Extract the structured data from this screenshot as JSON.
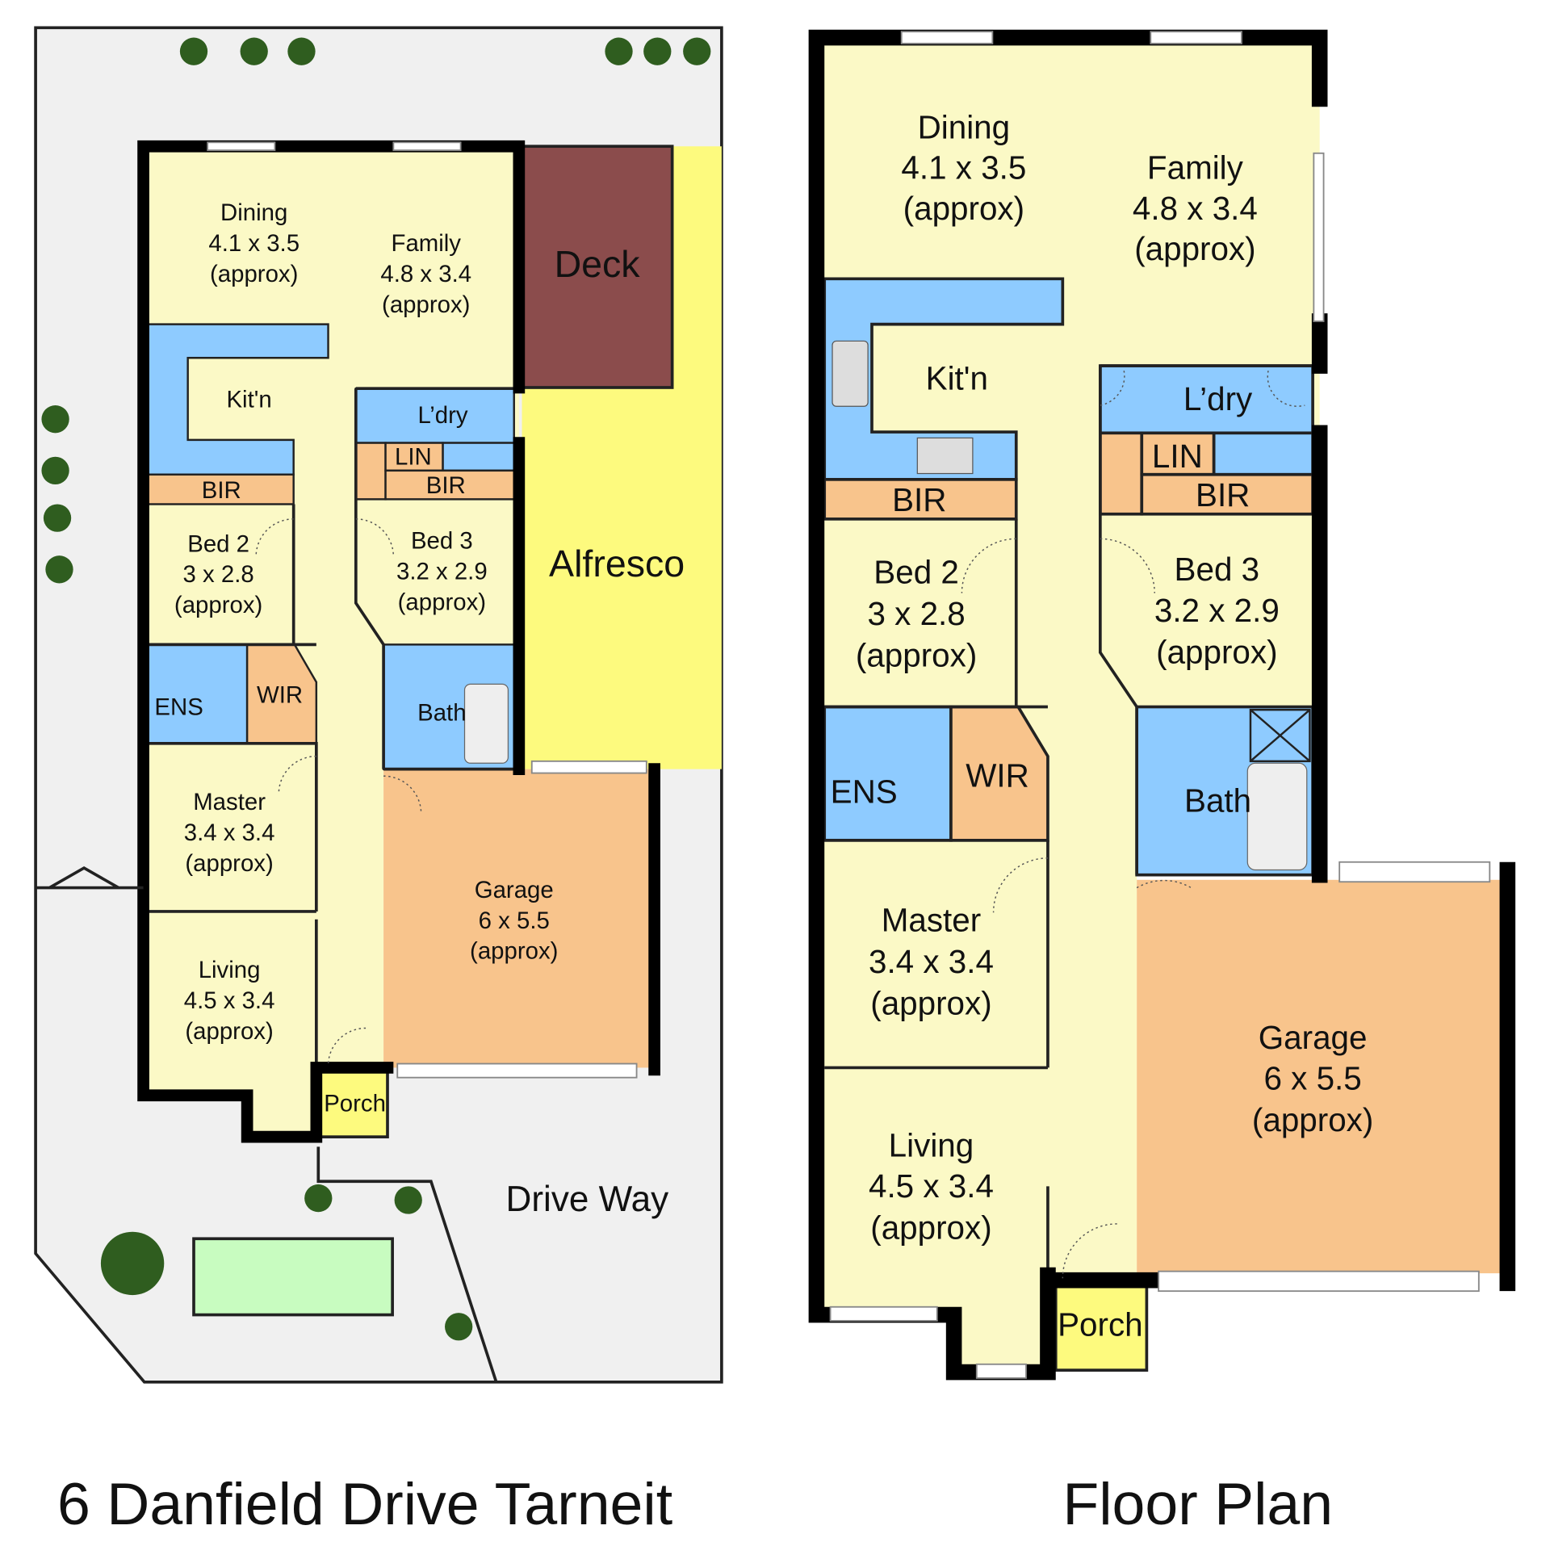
{
  "site_plan": {
    "rooms": {
      "dining": {
        "name": "Dining",
        "size": "4.1 x 3.5",
        "note": "(approx)"
      },
      "family": {
        "name": "Family",
        "size": "4.8 x 3.4",
        "note": "(approx)"
      },
      "kitchen": {
        "name": "Kit'n"
      },
      "laundry": {
        "name": "L’dry"
      },
      "lin": {
        "name": "LIN"
      },
      "bir_left": {
        "name": "BIR"
      },
      "bir_right": {
        "name": "BIR"
      },
      "bed2": {
        "name": "Bed 2",
        "size": "3 x 2.8",
        "note": "(approx)"
      },
      "bed3": {
        "name": "Bed 3",
        "size": "3.2 x 2.9",
        "note": "(approx)"
      },
      "ens": {
        "name": "ENS"
      },
      "wir": {
        "name": "WIR"
      },
      "bath": {
        "name": "Bath"
      },
      "master": {
        "name": "Master",
        "size": "3.4 x 3.4",
        "note": "(approx)"
      },
      "living": {
        "name": "Living",
        "size": "4.5 x 3.4",
        "note": "(approx)"
      },
      "garage": {
        "name": "Garage",
        "size": "6 x 5.5",
        "note": "(approx)"
      },
      "porch": {
        "name": "Porch"
      },
      "deck": {
        "name": "Deck"
      },
      "alfresco": {
        "name": "Alfresco"
      },
      "driveway": {
        "name": "Drive Way"
      }
    }
  },
  "floor_plan": {
    "rooms": {
      "dining": {
        "name": "Dining",
        "size": "4.1 x 3.5",
        "note": "(approx)"
      },
      "family": {
        "name": "Family",
        "size": "4.8 x 3.4",
        "note": "(approx)"
      },
      "kitchen": {
        "name": "Kit'n"
      },
      "laundry": {
        "name": "L’dry"
      },
      "lin": {
        "name": "LIN"
      },
      "bir_left": {
        "name": "BIR"
      },
      "bir_right": {
        "name": "BIR"
      },
      "bed2": {
        "name": "Bed 2",
        "size": "3 x 2.8",
        "note": "(approx)"
      },
      "bed3": {
        "name": "Bed 3",
        "size": "3.2 x 2.9",
        "note": "(approx)"
      },
      "ens": {
        "name": "ENS"
      },
      "wir": {
        "name": "WIR"
      },
      "bath": {
        "name": "Bath"
      },
      "master": {
        "name": "Master",
        "size": "3.4 x 3.4",
        "note": "(approx)"
      },
      "living": {
        "name": "Living",
        "size": "4.5 x 3.4",
        "note": "(approx)"
      },
      "garage": {
        "name": "Garage",
        "size": "6 x 5.5",
        "note": "(approx)"
      },
      "porch": {
        "name": "Porch"
      }
    }
  },
  "titles": {
    "address": "6 Danfield Drive Tarneit",
    "plan": "Floor Plan"
  },
  "colors": {
    "living_area": "#fbf9c6",
    "wet_area": "#8ecbff",
    "storage": "#f8c48c",
    "deck": "#8b4c4c",
    "alfresco": "#fdfa7e",
    "lawn": "#c8fcc0",
    "lot": "#f0f0f0"
  }
}
